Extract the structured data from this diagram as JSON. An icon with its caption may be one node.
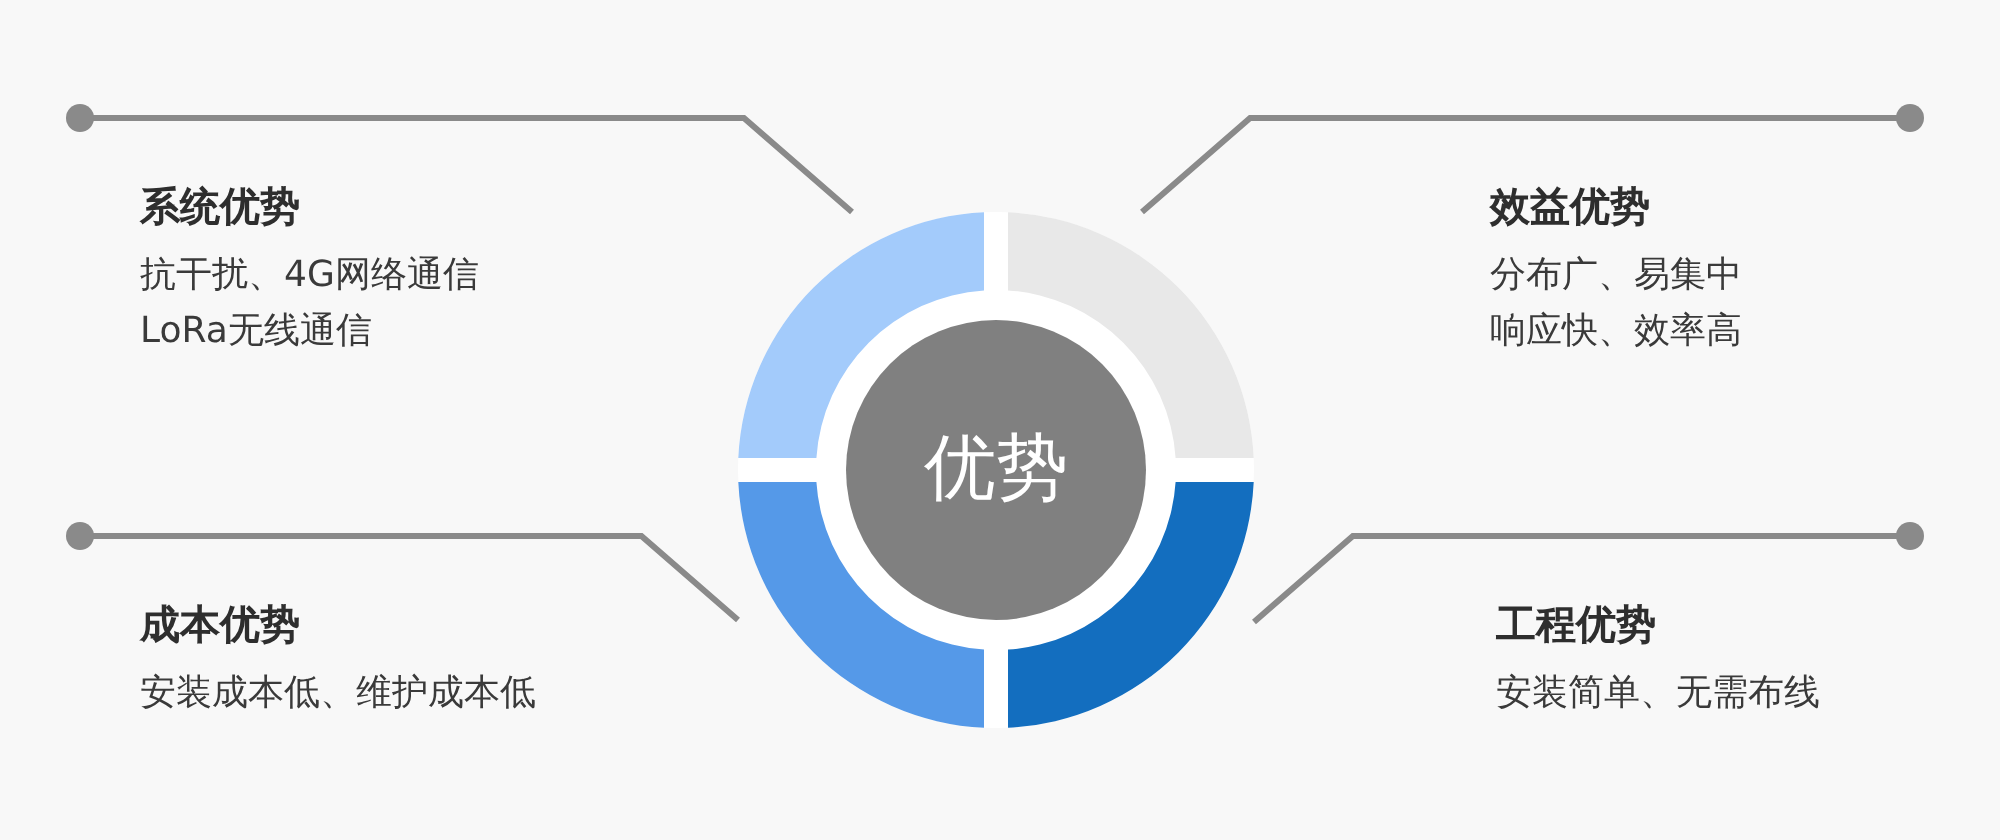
{
  "diagram": {
    "nodes": [
      {
        "text": [
          "系统优势",
          "抗干扰、4G网络通信",
          "LoRa无线通信"
        ]
      },
      {
        "text": [
          "效益优势",
          "分布广、易集中",
          "响应快、效率高"
        ]
      },
      {
        "text": [],
        "shape": "arc"
      },
      {
        "text": [],
        "shape": "arc"
      },
      {
        "text": [
          "优势"
        ]
      },
      {
        "text": [],
        "shape": "arc"
      },
      {
        "text": [],
        "shape": "arc"
      },
      {
        "text": [
          "成本优势",
          "安装成本低、维护成本低"
        ]
      },
      {
        "text": [
          "工程优势",
          "安装简单、无需布线"
        ]
      }
    ],
    "edges": [
      {
        "from": 0,
        "to": 2,
        "arrow": "other"
      },
      {
        "from": 1,
        "to": 3,
        "arrow": "other"
      },
      {
        "from": 7,
        "to": 5,
        "arrow": "other"
      },
      {
        "from": 8,
        "to": 6,
        "arrow": "other"
      }
    ]
  }
}
